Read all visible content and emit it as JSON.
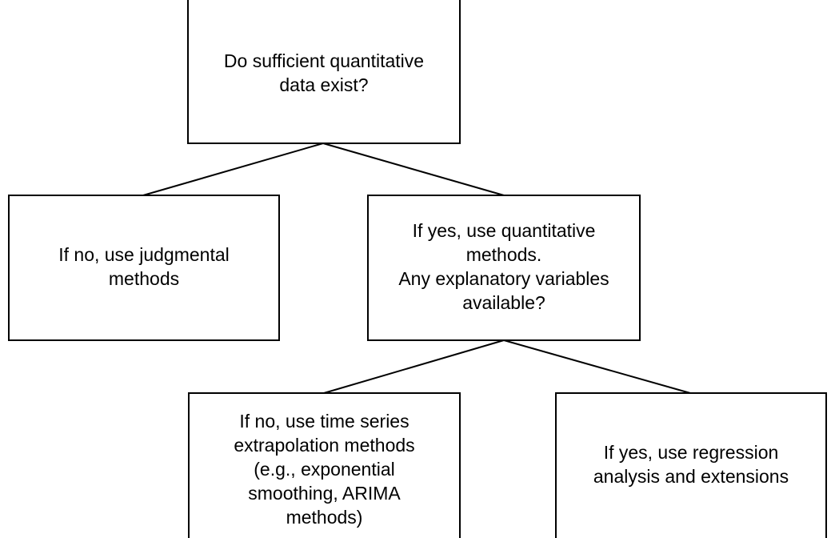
{
  "diagram": {
    "nodes": {
      "question": {
        "text": "Do sufficient quantitative\ndata exist?"
      },
      "judgmental": {
        "text": "If no, use judgmental\nmethods"
      },
      "quantitative": {
        "text": "If yes, use quantitative\nmethods.\nAny explanatory variables\navailable?"
      },
      "timeseries": {
        "text": "If no, use time series\nextrapolation methods\n(e.g., exponential\nsmoothing, ARIMA\nmethods)"
      },
      "regression": {
        "text": "If yes, use regression\nanalysis and extensions"
      }
    },
    "edges": [
      {
        "from": "question",
        "to": "judgmental"
      },
      {
        "from": "question",
        "to": "quantitative"
      },
      {
        "from": "quantitative",
        "to": "timeseries"
      },
      {
        "from": "quantitative",
        "to": "regression"
      }
    ]
  }
}
